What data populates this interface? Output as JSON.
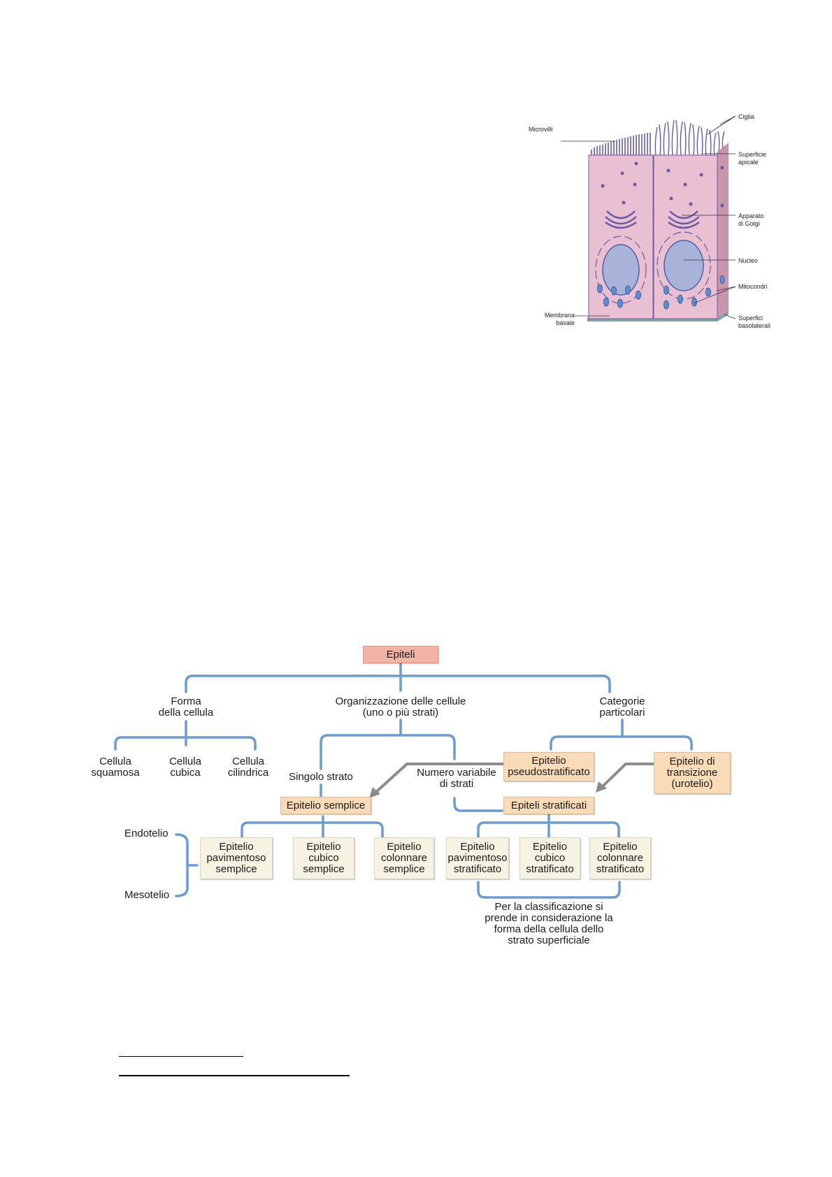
{
  "figure1": {
    "title": "Cellula epiteliale",
    "labels_left": [
      "Microvilli",
      "Membrana\nbasale"
    ],
    "labels_right": [
      "Ciglia",
      "Superficie\napicale",
      "Apparato\ndi Golgi",
      "Nucleo",
      "Mitocondri",
      "Superfici\nbasolaterali"
    ]
  },
  "colors": {
    "root_box": "#f4b4a5",
    "category_box": "#f9dbb7",
    "leaf_box": "#f6f3e3",
    "connector": "#6a9bd1",
    "arrow": "#8c8c8c",
    "cell_pink": "#e7bfd0",
    "cell_purple": "#6b5aa3"
  },
  "flowchart": {
    "root": "Epiteli",
    "branches": {
      "forma": {
        "label_line1": "Forma",
        "label_line2": "della cellula",
        "children": [
          {
            "l1": "Cellula",
            "l2": "squamosa"
          },
          {
            "l1": "Cellula",
            "l2": "cubica"
          },
          {
            "l1": "Cellula",
            "l2": "cilindrica"
          }
        ]
      },
      "organizzazione": {
        "label_line1": "Organizzazione delle cellule",
        "label_line2": "(uno o più strati)",
        "singolo": "Singolo strato",
        "variabile_l1": "Numero variabile",
        "variabile_l2": "di strati"
      },
      "categorie": {
        "label_line1": "Categorie",
        "label_line2": "particolari",
        "pseudo_l1": "Epitelio",
        "pseudo_l2": "pseudostratificato",
        "transizione_l1": "Epitelio di",
        "transizione_l2": "transizione",
        "transizione_l3": "(urotelio)"
      }
    },
    "semplice": {
      "label": "Epitelio semplice",
      "children": [
        {
          "l1": "Epitelio",
          "l2": "pavimentoso",
          "l3": "semplice"
        },
        {
          "l1": "Epitelio",
          "l2": "cubico",
          "l3": "semplice"
        },
        {
          "l1": "Epitelio",
          "l2": "colonnare",
          "l3": "semplice"
        }
      ],
      "bracket_labels": [
        "Endotelio",
        "Mesotelio"
      ]
    },
    "stratificati": {
      "label": "Epiteli stratificati",
      "children": [
        {
          "l1": "Epitelio",
          "l2": "pavimentoso",
          "l3": "stratificato"
        },
        {
          "l1": "Epitelio",
          "l2": "cubico",
          "l3": "stratificato"
        },
        {
          "l1": "Epitelio",
          "l2": "colonnare",
          "l3": "stratificato"
        }
      ],
      "note": [
        "Per la classificazione si",
        "prende in considerazione la",
        "forma della cellula dello",
        "strato superficiale"
      ]
    }
  }
}
